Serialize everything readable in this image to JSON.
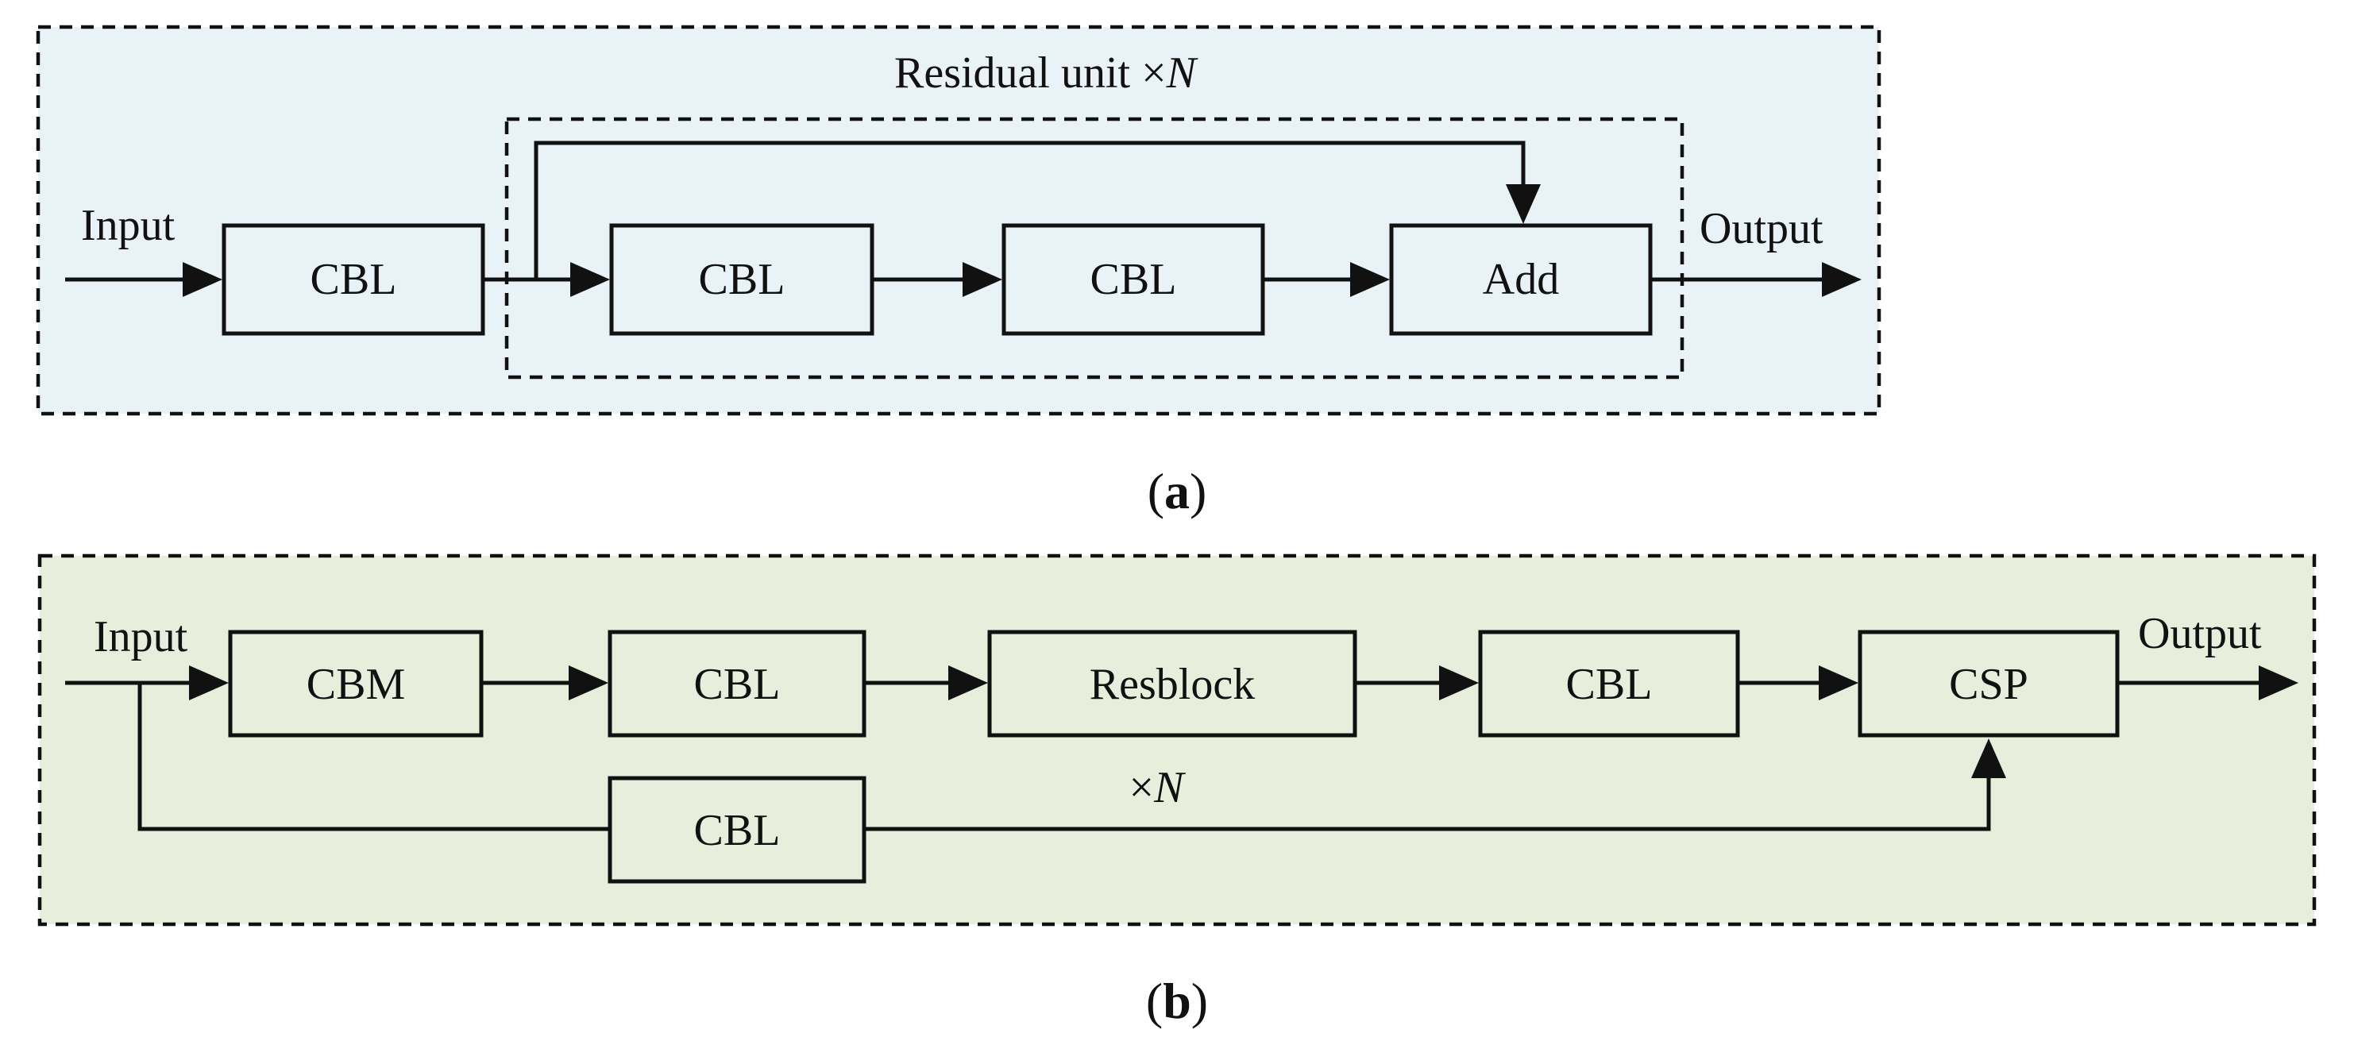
{
  "panel_a": {
    "fill": "#e8f2f7",
    "caption": "a",
    "input_label": "Input",
    "output_label": "Output",
    "residual_label": "Residual unit ×",
    "residual_var": "N",
    "boxes": {
      "cbl_in": "CBL",
      "cbl_1": "CBL",
      "cbl_2": "CBL",
      "add": "Add"
    }
  },
  "panel_b": {
    "fill": "#e7eedc",
    "caption": "b",
    "input_label": "Input",
    "output_label": "Output",
    "repeat_label": "×",
    "repeat_var": "N",
    "boxes": {
      "cbm": "CBM",
      "cbl_1": "CBL",
      "resblock": "Resblock",
      "cbl_2": "CBL",
      "csp": "CSP",
      "cbl_bypass": "CBL"
    }
  }
}
